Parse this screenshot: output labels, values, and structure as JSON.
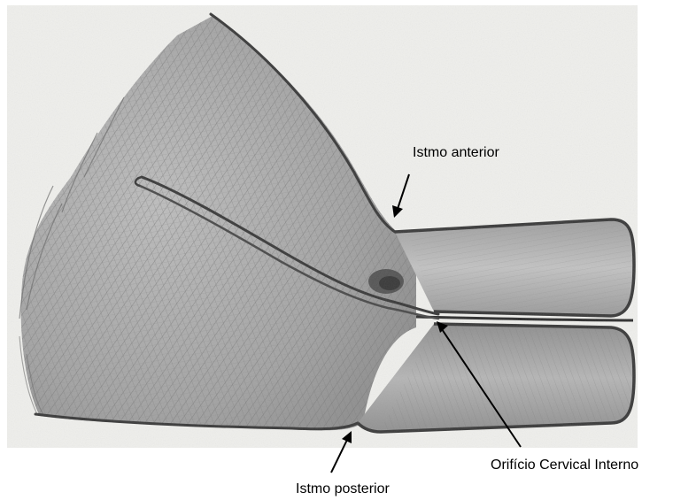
{
  "labels": {
    "istmo_anterior": "Istmo anterior",
    "orificio_cervical_interno": "Orifício Cervical Interno",
    "istmo_posterior": "Istmo posterior"
  },
  "colors": {
    "paper": "#f1f1ef",
    "pencil_dark": "#3a3a3a",
    "pencil_mid": "#8a8a8a",
    "shading": "#a9a9a9",
    "arrow": "#000000"
  }
}
